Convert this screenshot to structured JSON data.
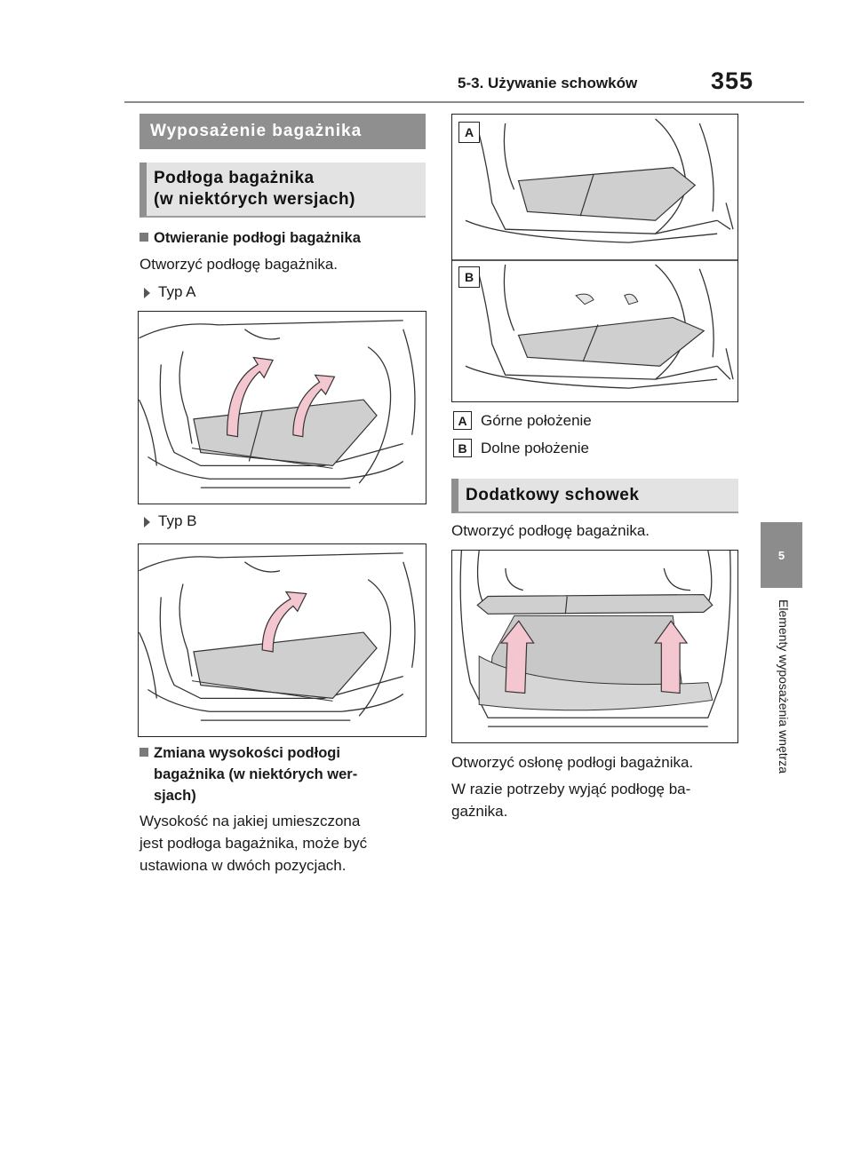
{
  "header": {
    "section": "5-3. Używanie schowków",
    "page_number": "355"
  },
  "side_tab": {
    "chapter_number": "5",
    "chapter_title": "Elementy wyposażenia wnętrza"
  },
  "left": {
    "section_title": "Wyposażenie bagażnika",
    "subsection_title_line1": "Podłoga bagażnika",
    "subsection_title_line2": "(w niektórych wersjach)",
    "opening_heading": "Otwieranie podłogi bagażnika",
    "opening_text": "Otworzyć podłogę bagażnika.",
    "type_a": "Typ A",
    "type_b": "Typ B",
    "height_heading_line1": "Zmiana wysokości podłogi",
    "height_heading_line2": "bagażnika (w niektórych wer-",
    "height_heading_line3": "sjach)",
    "height_text_line1": "Wysokość na jakiej umieszczona",
    "height_text_line2": "jest podłoga bagażnika, może być",
    "height_text_line3": "ustawiona w dwóch pozycjach."
  },
  "right": {
    "label_a": "A",
    "label_b": "B",
    "legend_a_text": "Górne położenie",
    "legend_b_text": "Dolne położenie",
    "section_title": "Dodatkowy schowek",
    "open_floor_text": "Otworzyć podłogę bagażnika.",
    "open_cover_text": "Otworzyć osłonę podłogi bagażnika.",
    "remove_line1": "W razie potrzeby wyjąć podłogę ba-",
    "remove_line2": "gażnika."
  },
  "colors": {
    "arrow_fill": "#f4c6d0",
    "floor_fill": "#cfcfcf",
    "section_dark": "#8f8f8f",
    "section_light": "#e3e3e3"
  }
}
